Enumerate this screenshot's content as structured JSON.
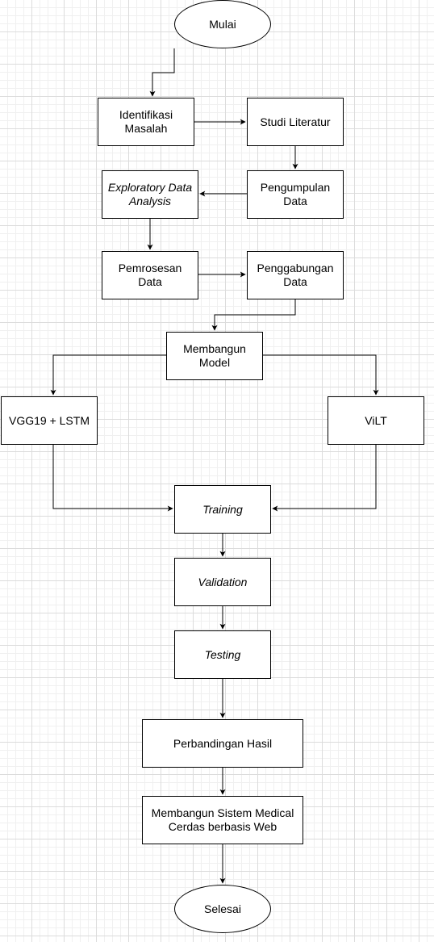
{
  "nodes": {
    "mulai": "Mulai",
    "identifikasi_masalah": "Identifikasi\nMasalah",
    "studi_literatur": "Studi Literatur",
    "pengumpulan_data": "Pengumpulan\nData",
    "exploratory_data_analysis": "Exploratory Data\nAnalysis",
    "pemrosesan_data": "Pemrosesan Data",
    "penggabungan_data": "Penggabungan\nData",
    "membangun_model": "Membangun\nModel",
    "vgg19_lstm": "VGG19 + LSTM",
    "vilt": "ViLT",
    "training": "Training",
    "validation": "Validation",
    "testing": "Testing",
    "perbandingan_hasil": "Perbandingan Hasil",
    "membangun_sistem": "Membangun Sistem Medical\nCerdas berbasis Web",
    "selesai": "Selesai"
  },
  "edges": [
    [
      "mulai",
      "identifikasi_masalah"
    ],
    [
      "identifikasi_masalah",
      "studi_literatur"
    ],
    [
      "studi_literatur",
      "pengumpulan_data"
    ],
    [
      "pengumpulan_data",
      "exploratory_data_analysis"
    ],
    [
      "exploratory_data_analysis",
      "pemrosesan_data"
    ],
    [
      "pemrosesan_data",
      "penggabungan_data"
    ],
    [
      "penggabungan_data",
      "membangun_model"
    ],
    [
      "membangun_model",
      "vgg19_lstm"
    ],
    [
      "membangun_model",
      "vilt"
    ],
    [
      "vgg19_lstm",
      "training"
    ],
    [
      "vilt",
      "training"
    ],
    [
      "training",
      "validation"
    ],
    [
      "validation",
      "testing"
    ],
    [
      "testing",
      "perbandingan_hasil"
    ],
    [
      "perbandingan_hasil",
      "membangun_sistem"
    ],
    [
      "membangun_sistem",
      "selesai"
    ]
  ]
}
